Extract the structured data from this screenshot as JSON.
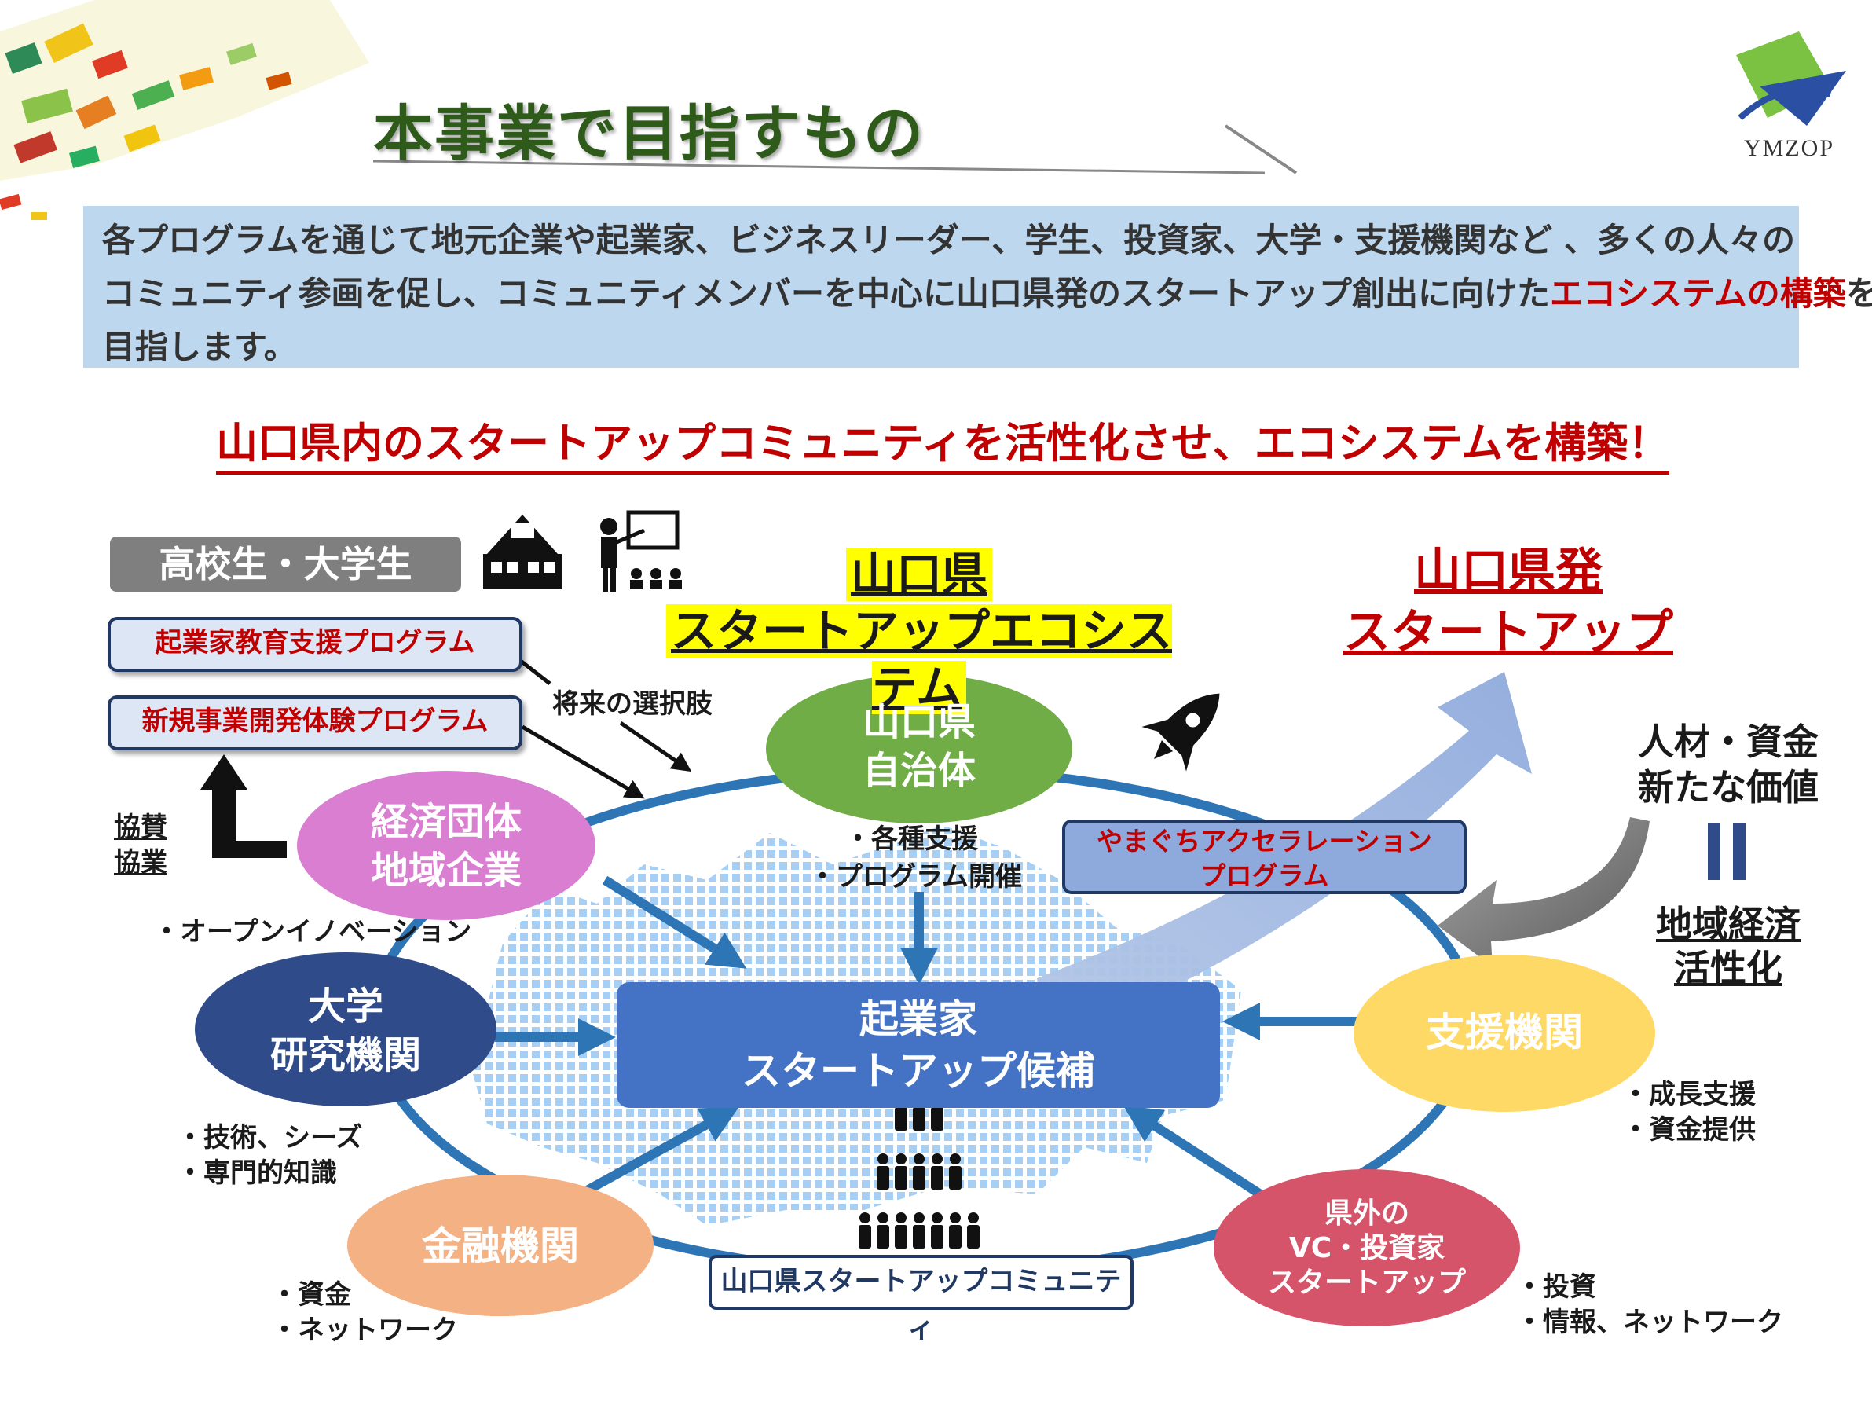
{
  "header": {
    "title": "本事業で目指すもの",
    "logo_text": "YMZOP"
  },
  "intro": {
    "line1": "各プログラムを通じて地元企業や起業家、ビジネスリーダー、学生、投資家、大学・支援機関など 、多くの人々の",
    "line2_a": "コミュニティ参画を促し、コミュニティメンバーを中心に山口県発のスタートアップ創出に向けた",
    "line2_highlight": "エコシステムの構築",
    "line2_b": "を",
    "line3": "目指します。"
  },
  "headline": "山口県内のスタートアップコミュニティを活性化させ、エコシステムを構築！",
  "left_panel": {
    "students_label": "高校生・大学生",
    "program1": "起業家教育支援プログラム",
    "program2": "新規事業開発体験プログラム",
    "future_option": "将来の選択肢",
    "sponsor_1": "協賛",
    "sponsor_2": "協業"
  },
  "ecosystem_title": {
    "line1": "山口県",
    "line2": "スタートアップエコシステム"
  },
  "origin_title": {
    "line1": "山口県発",
    "line2": "スタートアップ"
  },
  "nodes": {
    "government": {
      "line1": "山口県",
      "line2": "自治体",
      "note1": "・各種支援",
      "note2": "・プログラム開催"
    },
    "business": {
      "line1": "経済団体",
      "line2": "地域企業",
      "note1": "・オープンイノベーション"
    },
    "university": {
      "line1": "大学",
      "line2": "研究機関",
      "note1": "・技術、シーズ",
      "note2": "・専門的知識"
    },
    "finance": {
      "line1": "金融機関",
      "note1": "・資金",
      "note2": "・ネットワーク"
    },
    "support": {
      "line1": "支援機関",
      "note1": "・成長支援",
      "note2": "・資金提供"
    },
    "investors": {
      "line1": "県外の",
      "line2": "VC・投資家",
      "line3": "スタートアップ",
      "note1": "・投資",
      "note2": "・情報、ネットワーク"
    }
  },
  "center": {
    "line1": "起業家",
    "line2": "スタートアップ候補"
  },
  "community_label": "山口県スタートアップコミュニティ",
  "accelerator": {
    "line1": "やまぐちアクセラレーション",
    "line2": "プログラム"
  },
  "right_panel": {
    "line1": "人材・資金",
    "line2": "新たな価値",
    "equals": "＝",
    "line3": "地域経済",
    "line4": "活性化"
  },
  "colors": {
    "government": "#70ad47",
    "business": "#d97ed1",
    "university": "#2f4b8a",
    "finance": "#f4b183",
    "support": "#ffd966",
    "investors": "#d6546a",
    "center": "#4472c4",
    "ring": "#2e75b6",
    "red": "#c00000"
  },
  "icons": [
    "school-building-icon",
    "teacher-icon",
    "rocket-icon",
    "people-group-icon",
    "growth-arrow-icon"
  ]
}
